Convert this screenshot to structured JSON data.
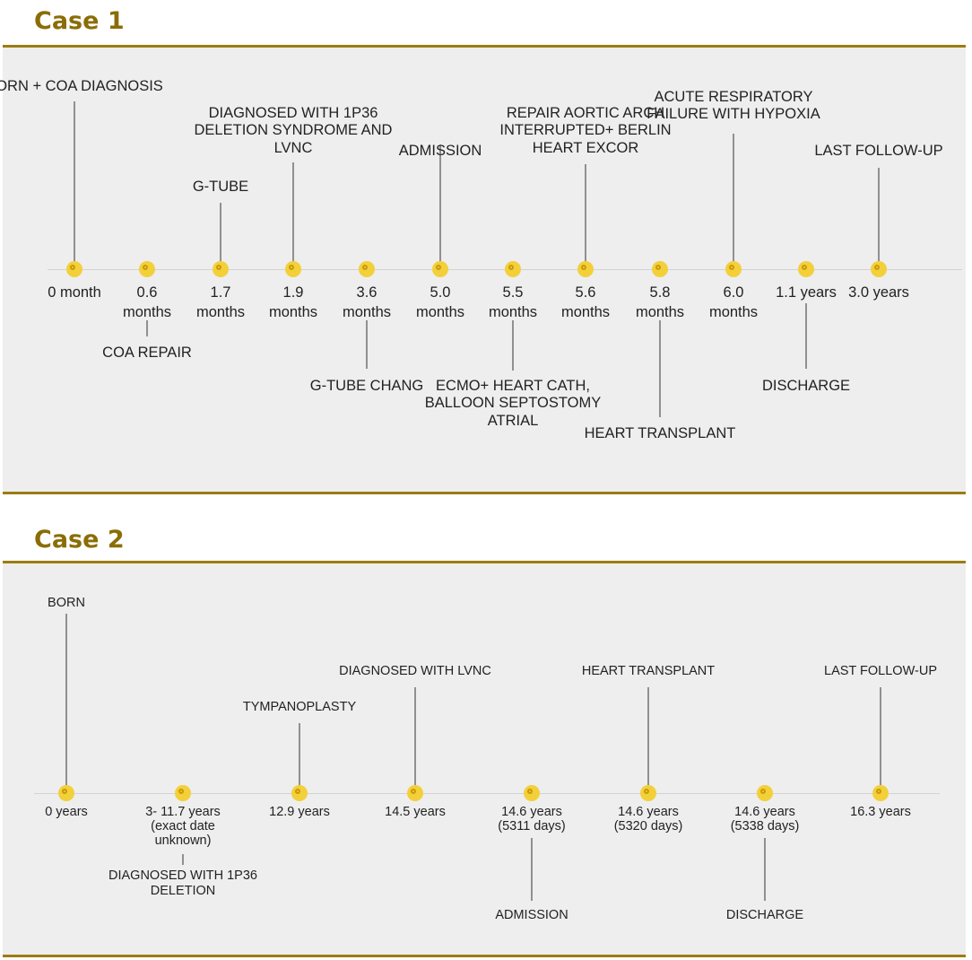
{
  "cases": [
    {
      "title": "Case 1",
      "events": [
        {
          "time": "0 month",
          "label": "BORN + COA DIAGNOSIS",
          "side": "above"
        },
        {
          "time": "0.6\nmonths",
          "label": "COA REPAIR",
          "side": "below"
        },
        {
          "time": "1.7\nmonths",
          "label": "G-TUBE",
          "side": "above"
        },
        {
          "time": "1.9\nmonths",
          "label": "DIAGNOSED WITH 1P36\nDELETION SYNDROME AND\nLVNC",
          "side": "above"
        },
        {
          "time": "3.6\nmonths",
          "label": "G-TUBE CHANG",
          "side": "below"
        },
        {
          "time": "5.0\nmonths",
          "label": "ADMISSION",
          "side": "above"
        },
        {
          "time": "5.5\nmonths",
          "label": "ECMO+ HEART CATH,\nBALLOON SEPTOSTOMY\nATRIAL",
          "side": "below"
        },
        {
          "time": "5.6\nmonths",
          "label": "REPAIR AORTIC ARCH\nINTERRUPTED+ BERLIN\nHEART EXCOR",
          "side": "above"
        },
        {
          "time": "5.8\nmonths",
          "label": "HEART TRANSPLANT",
          "side": "below"
        },
        {
          "time": "6.0\nmonths",
          "label": "ACUTE RESPIRATORY\nFAILURE WITH HYPOXIA",
          "side": "above"
        },
        {
          "time": "1.1 years",
          "label": "DISCHARGE",
          "side": "below"
        },
        {
          "time": "3.0 years",
          "label": "LAST FOLLOW-UP",
          "side": "above"
        }
      ]
    },
    {
      "title": "Case 2",
      "events": [
        {
          "time": "0 years",
          "label": "BORN",
          "side": "above"
        },
        {
          "time": "3- 11.7 years\n(exact date\nunknown)",
          "label": "DIAGNOSED WITH 1P36\nDELETION",
          "side": "below"
        },
        {
          "time": "12.9 years",
          "label": "TYMPANOPLASTY",
          "side": "above"
        },
        {
          "time": "14.5 years",
          "label": "DIAGNOSED WITH LVNC",
          "side": "above"
        },
        {
          "time": "14.6 years\n(5311 days)",
          "label": "ADMISSION",
          "side": "below"
        },
        {
          "time": "14.6 years\n(5320 days)",
          "label": "HEART TRANSPLANT",
          "side": "above"
        },
        {
          "time": "14.6 years\n(5338 days)",
          "label": "DISCHARGE",
          "side": "below"
        },
        {
          "time": "16.3 years",
          "label": "LAST FOLLOW-UP",
          "side": "above"
        }
      ]
    }
  ]
}
